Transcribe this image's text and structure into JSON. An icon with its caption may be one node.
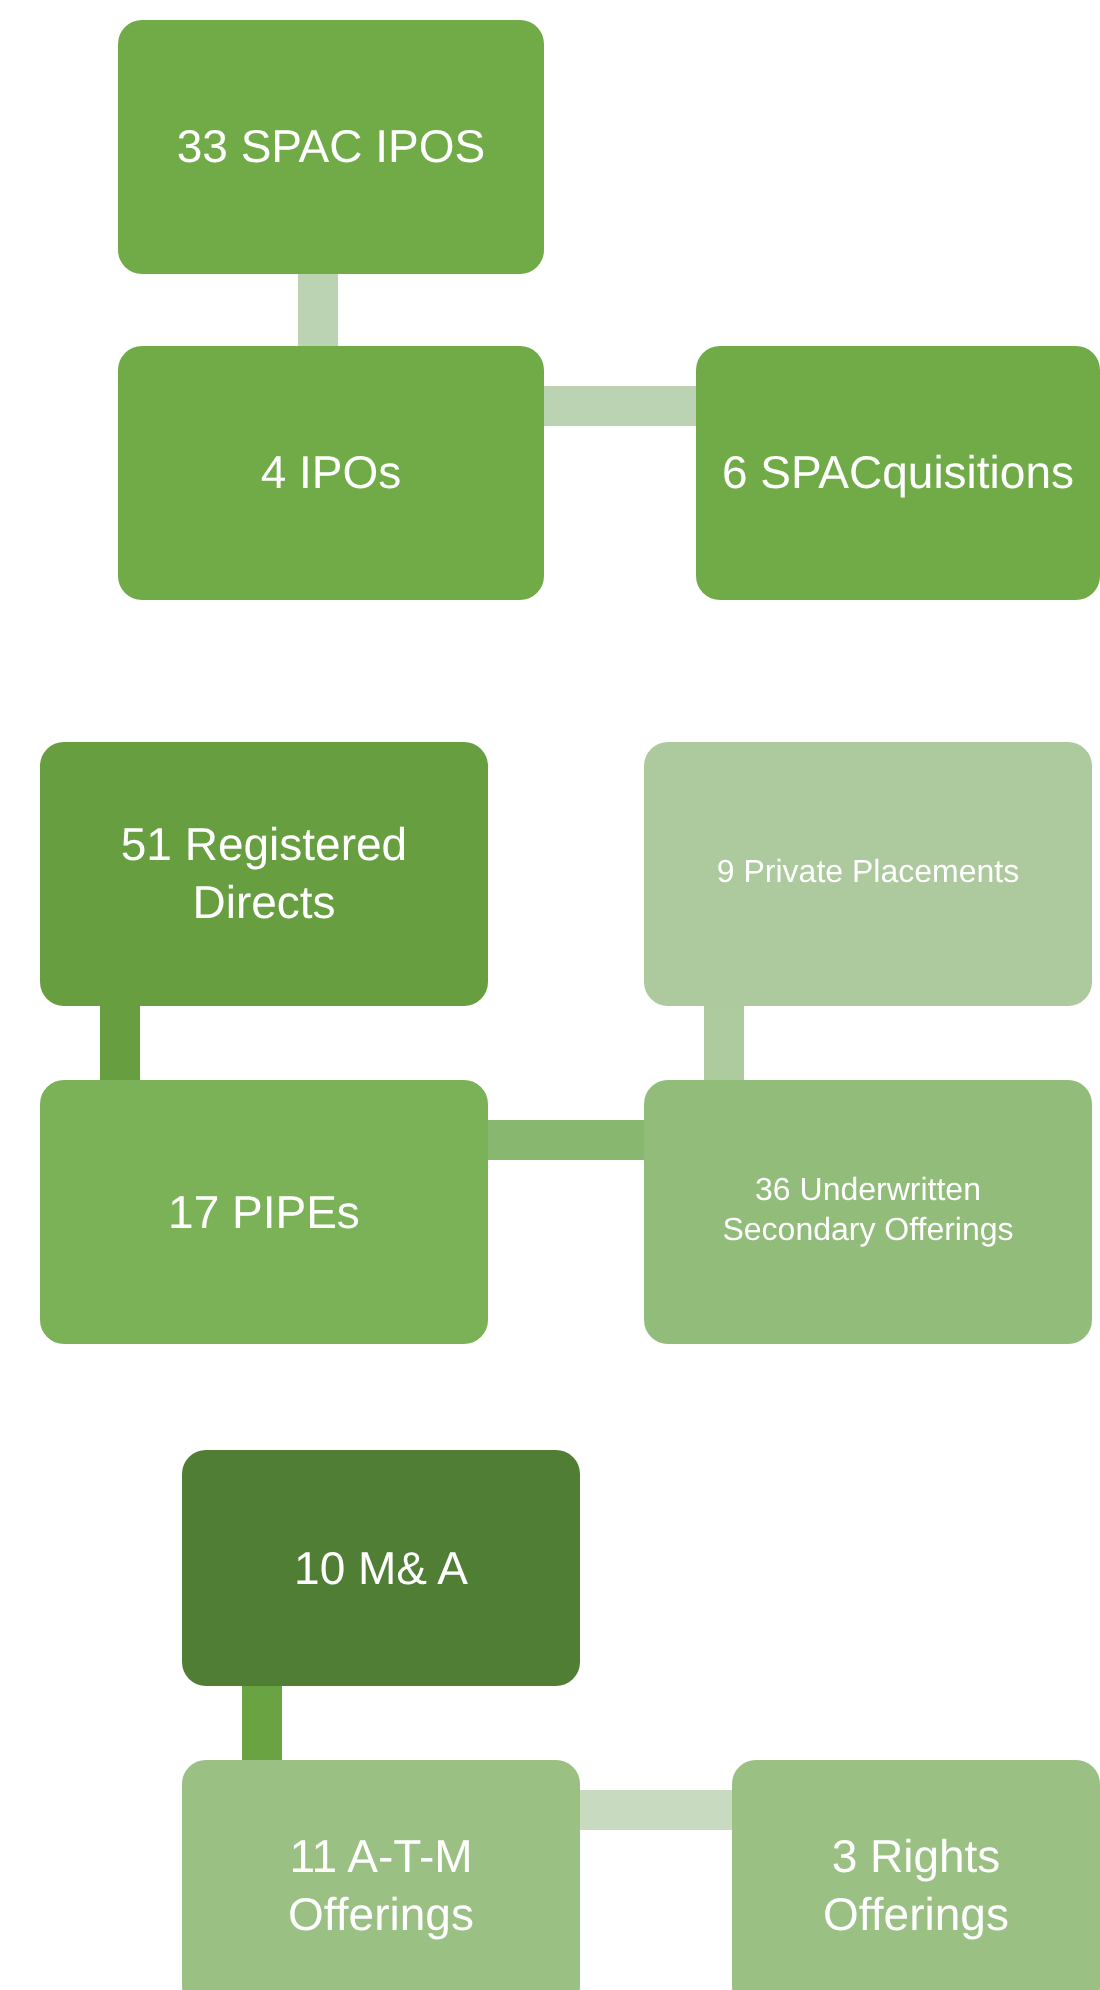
{
  "diagram": {
    "nodes": [
      {
        "text": [
          "33 SPAC IPOS"
        ]
      },
      {
        "text": [
          "4 IPOs"
        ]
      },
      {
        "text": [
          "6 SPACquisitions"
        ]
      },
      {
        "text": [
          "51 Registered Directs"
        ]
      },
      {
        "text": [
          "9 Private Placements"
        ]
      },
      {
        "text": [
          "17 PIPEs"
        ]
      },
      {
        "text": [
          "36 Underwritten Secondary Offerings"
        ]
      },
      {
        "text": [
          "10 M& A"
        ]
      },
      {
        "text": [
          "11 A-T-M Offerings"
        ]
      },
      {
        "text": [
          "3 Rights Offerings"
        ]
      }
    ],
    "edges": [
      {
        "from": 0,
        "to": 1,
        "arrow": "none",
        "color": "#bcd3b3"
      },
      {
        "from": 1,
        "to": 2,
        "arrow": "none",
        "color": "#bcd3b3"
      },
      {
        "from": 3,
        "to": 5,
        "arrow": "none",
        "color": "#669e40"
      },
      {
        "from": 4,
        "to": 6,
        "arrow": "none",
        "color": "#aecb9f"
      },
      {
        "from": 5,
        "to": 6,
        "arrow": "none",
        "color": "#88b870"
      },
      {
        "from": 7,
        "to": 8,
        "arrow": "none",
        "color": "#6aa342"
      },
      {
        "from": 8,
        "to": 9,
        "arrow": "none",
        "color": "#c8dbc0"
      }
    ]
  }
}
